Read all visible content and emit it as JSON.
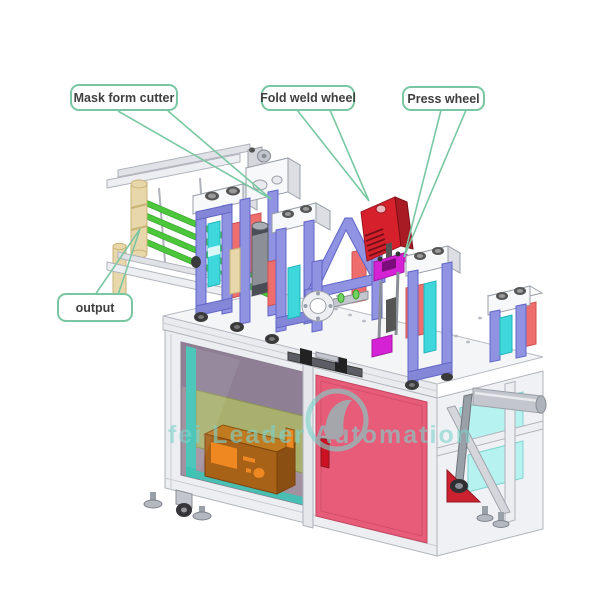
{
  "callouts": {
    "mask_form_cutter": "Mask form cutter",
    "fold_weld_wheel": "Fold weld wheel",
    "press_wheel": "Press wheel",
    "output": "output"
  },
  "watermark": {
    "text": "fei Leader Automation",
    "logo": "swoosh-circle"
  },
  "colors": {
    "callout_green": "#79c7a2",
    "watermark_teal": "#7ed3cc",
    "frame_periwinkle": "#9093e2",
    "roller_cyan": "#3ed8dc",
    "panel_salmon": "#ee6e6e",
    "weld_box_red": "#d6212c",
    "press_magenta": "#d422d4",
    "belt_green": "#4cc63a",
    "roller_tan": "#e8d7ab",
    "door_pink": "#e75c78",
    "cabinet_aluminum": "#eceef1",
    "interior_olive": "#a9b06e",
    "interior_teal": "#3fc3b5",
    "generator_orange": "#c07a20"
  }
}
